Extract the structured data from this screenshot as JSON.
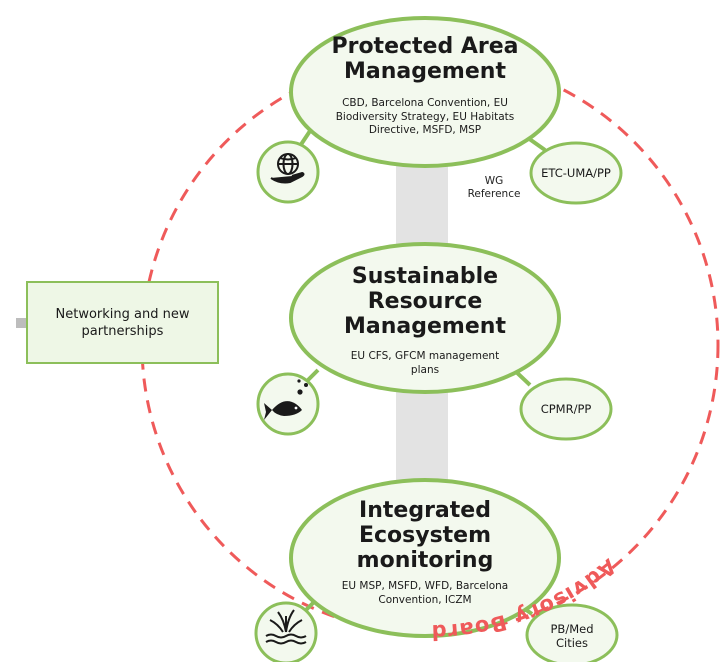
{
  "advisory_board": "Advisory Board",
  "networking": "Networking and new partnerships",
  "wg_reference": "WG Reference",
  "nodes": [
    {
      "title": "Protected Area Management",
      "subtitle": "CBD, Barcelona Convention, EU Biodiversity Strategy, EU Habitats Directive, MSFD, MSP",
      "partner": "ETC-UMA/PP",
      "icon": "globe-hand-icon"
    },
    {
      "title": "Sustainable Resource Management",
      "subtitle": "EU CFS, GFCM management plans",
      "partner": "CPMR/PP",
      "icon": "fish-icon"
    },
    {
      "title": "Integrated Ecosystem monitoring",
      "subtitle": "EU MSP, MSFD, WFD, Barcelona Convention, ICZM",
      "partner": "PB/Med Cities",
      "icon": "seagrass-icon"
    }
  ],
  "colors": {
    "node_fill": "#f3f9ee",
    "node_border": "#8cbf5a",
    "advisory": "#ef5a5a",
    "spine": "#e3e3e3"
  }
}
